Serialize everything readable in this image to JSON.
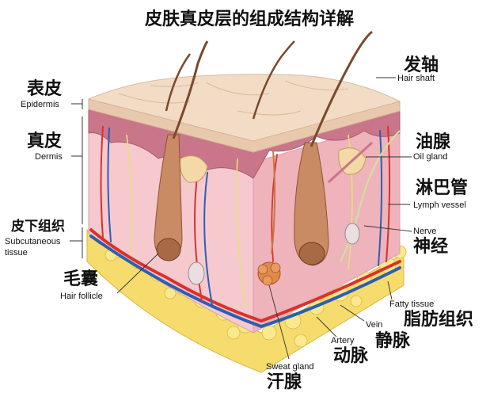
{
  "title": "皮肤真皮层的组成结构详解",
  "labels": {
    "epidermis_zh": "表皮",
    "epidermis_en": "Epidermis",
    "dermis_zh": "真皮",
    "dermis_en": "Dermis",
    "subcutaneous_zh": "皮下组织",
    "subcutaneous_en_1": "Subcutaneous",
    "subcutaneous_en_2": "tissue",
    "hair_follicle_zh": "毛囊",
    "hair_follicle_en": "Hair follicle",
    "hair_shaft_zh": "发轴",
    "hair_shaft_en": "Hair shaft",
    "oil_gland_zh": "油腺",
    "oil_gland_en": "Oil gland",
    "lymph_vessel_zh": "淋巴管",
    "lymph_vessel_en": "Lymph vessel",
    "nerve_en": "Nerve",
    "nerve_zh": "神经",
    "fatty_tissue_en": "Fatty tissue",
    "fatty_tissue_zh": "脂肪组织",
    "vein_en": "Vein",
    "vein_zh": "静脉",
    "artery_en": "Artery",
    "artery_zh": "动脉",
    "sweat_gland_en": "Sweat gland",
    "sweat_gland_zh": "汗腺"
  },
  "colors": {
    "epidermis": "#f2dcc6",
    "dermis_front": "#f6c9cf",
    "dermis_side": "#efb3bb",
    "papillary": "#c9758a",
    "fat": "#f7e27a",
    "artery": "#d8322c",
    "vein": "#2b5fb3",
    "nerve": "#e4e07a",
    "hair": "#7a4a2c"
  }
}
